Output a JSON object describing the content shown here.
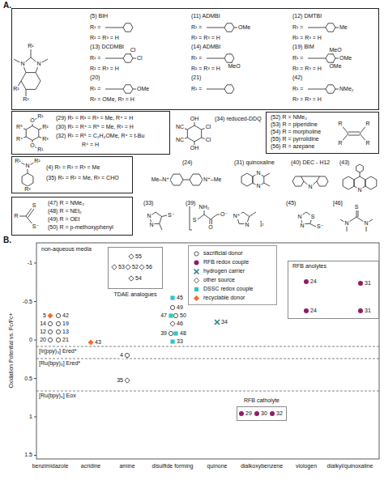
{
  "diagram": {
    "nodes": [
      {
        "text": [
          "N",
          "N",
          "R¹",
          "R²",
          "R³",
          "(5) BIH",
          "R¹ =",
          "R² = R³ = H",
          "(11) ADMBI",
          "R¹ =",
          "OMe",
          "R² = R³ = H",
          "(12) DMTBI",
          "R¹ =",
          "Me",
          "R² = R³ = H",
          "(13) DCDMBI",
          "R¹ =",
          "Cl",
          "Cl",
          "R² = R³ = H",
          "(14) ADMBI",
          "R¹ =",
          "MeO",
          "R² = R³ = H",
          "(19) BIM",
          "R¹ =",
          "MeO",
          "OMe",
          "OMe",
          "R² = R³ = H",
          "(20)",
          "R¹ =",
          "OMe",
          "R² = OMe, R³ = H",
          "(21)",
          "R¹ =",
          "(42)",
          "R¹ =",
          "NMe₂",
          "R² = R³ = H"
        ]
      },
      {
        "text": [
          "R¹",
          "O",
          "R⁵",
          "R²",
          "R⁴",
          "R³",
          "O",
          "R¹",
          "(29) R¹ = R² = R³ = Me, R⁴ = H",
          "(30) R¹ = R⁴ = R⁵ = Me, R³ = H",
          "(32) R¹ = R⁵ = C₂H₄OMe, R⁴ = t-Bu",
          "R⁴ = H"
        ]
      },
      {
        "text": [
          "(52) R = NMe₂",
          "(53) R = piperidine",
          "(54) R = morpholine",
          "(55) R = pyrrolidine",
          "(56) R = azepane",
          "R",
          "R",
          "R",
          "R"
        ]
      },
      {
        "text": [
          "R¹",
          "N",
          "R²",
          "R³",
          "(4) R¹ = R² = R³ = Me",
          "(35) R¹ = R² = Me, R³ = CHO"
        ]
      },
      {
        "text": [
          "R",
          "S",
          "S⁻",
          "(47) R = NMe₂",
          "(48) R = NEt₂",
          "(49) R = OEt",
          "(50) R = p-methoxyphenyl"
        ]
      },
      {
        "text": [
          "55",
          "53",
          "52",
          "56",
          "54",
          "TDAE analogues"
        ]
      },
      {
        "text": [
          "RFB anolytes",
          "24",
          "31",
          "24",
          "31"
        ]
      },
      {
        "text": [
          "RFB catholyte",
          "29",
          "30",
          "32"
        ]
      }
    ],
    "labels": [
      "A.",
      "OH",
      "NC",
      "Cl",
      "NC",
      "Cl",
      "OH",
      "(34) reduced-DDQ",
      "(24)",
      "Me–N⁺",
      "N⁺–Me",
      "(31) quinoxaline",
      "N",
      "N",
      "(40) DEC - H12",
      "N",
      "(43)",
      "N",
      "(33)",
      "N",
      "N",
      "S⁻",
      "(39)",
      "NH₂",
      "S",
      "O⁻",
      "O",
      "N⁺",
      "N",
      "]₂",
      "(45)",
      "N",
      "N",
      "S",
      "S⁻",
      "[46]",
      "S",
      "N",
      "N",
      "B.",
      "non-aqueous media",
      "Oxidation Potential vs. Fc/Fc+",
      "-1",
      "-0.5",
      "0",
      "0.5",
      "1",
      "1.5",
      "[Ir(ppy)₃] Ered*",
      "[Ru(bpy)₃] Ered*",
      "[Ru(bpy)₃] Eox",
      "5",
      "42",
      "14",
      "19",
      "12",
      "13",
      "20",
      "21",
      "43",
      "4",
      "35",
      "45",
      "49",
      "47",
      "50",
      "46",
      "39",
      "48",
      "33",
      "34",
      "benzimidazole",
      "acridine",
      "amine",
      "disulfide forming",
      "quinone",
      "dialkoxybenzene",
      "viologen",
      "dialkyl/quinoxaline"
    ],
    "legend": [
      {
        "text": "sacrificial donor"
      },
      {
        "text": "RFB redox couple",
        "color": "#8b1e66"
      },
      {
        "text": "hydrogen carrier",
        "color": "#2a7f8f"
      },
      {
        "text": "other source"
      },
      {
        "text": "DSSC redox couple",
        "color": "#2fc6c6"
      },
      {
        "text": "recyclable donor",
        "color": "#f26b2d"
      }
    ]
  }
}
